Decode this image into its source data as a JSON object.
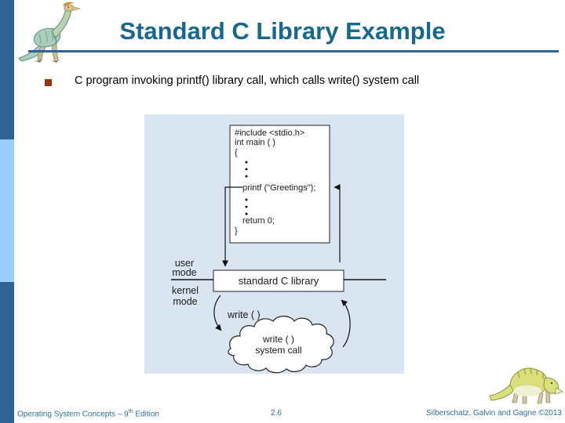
{
  "slide": {
    "title": "Standard C Library Example",
    "bullet_text": "C program invoking printf() library call, which calls write() system call"
  },
  "diagram": {
    "code": {
      "include": "#include <stdio.h>",
      "main": "int main ( )",
      "open_brace": "{",
      "printf": "printf (\"Greetings\");",
      "return": "return 0;",
      "close_brace": "}"
    },
    "labels": {
      "user": "user",
      "user_mode": "mode",
      "kernel": "kernel",
      "kernel_mode": "mode",
      "library_box": "standard C library",
      "write_call": "write ( )",
      "cloud_line1": "write ( )",
      "cloud_line2": "system call"
    }
  },
  "footer": {
    "left_prefix": "Operating System Concepts – 9",
    "left_sup": "th",
    "left_suffix": " Edition",
    "page": "2.6",
    "right": "Silberschatz, Galvin and Gagne ©2013"
  },
  "colors": {
    "title_text": "#17678F",
    "bar_dark": "#2F6394",
    "bar_light": "#99CCFF",
    "bullet_marker": "#993311",
    "diagram_background": "#D9E6F2",
    "footer_text": "#2E7095"
  }
}
